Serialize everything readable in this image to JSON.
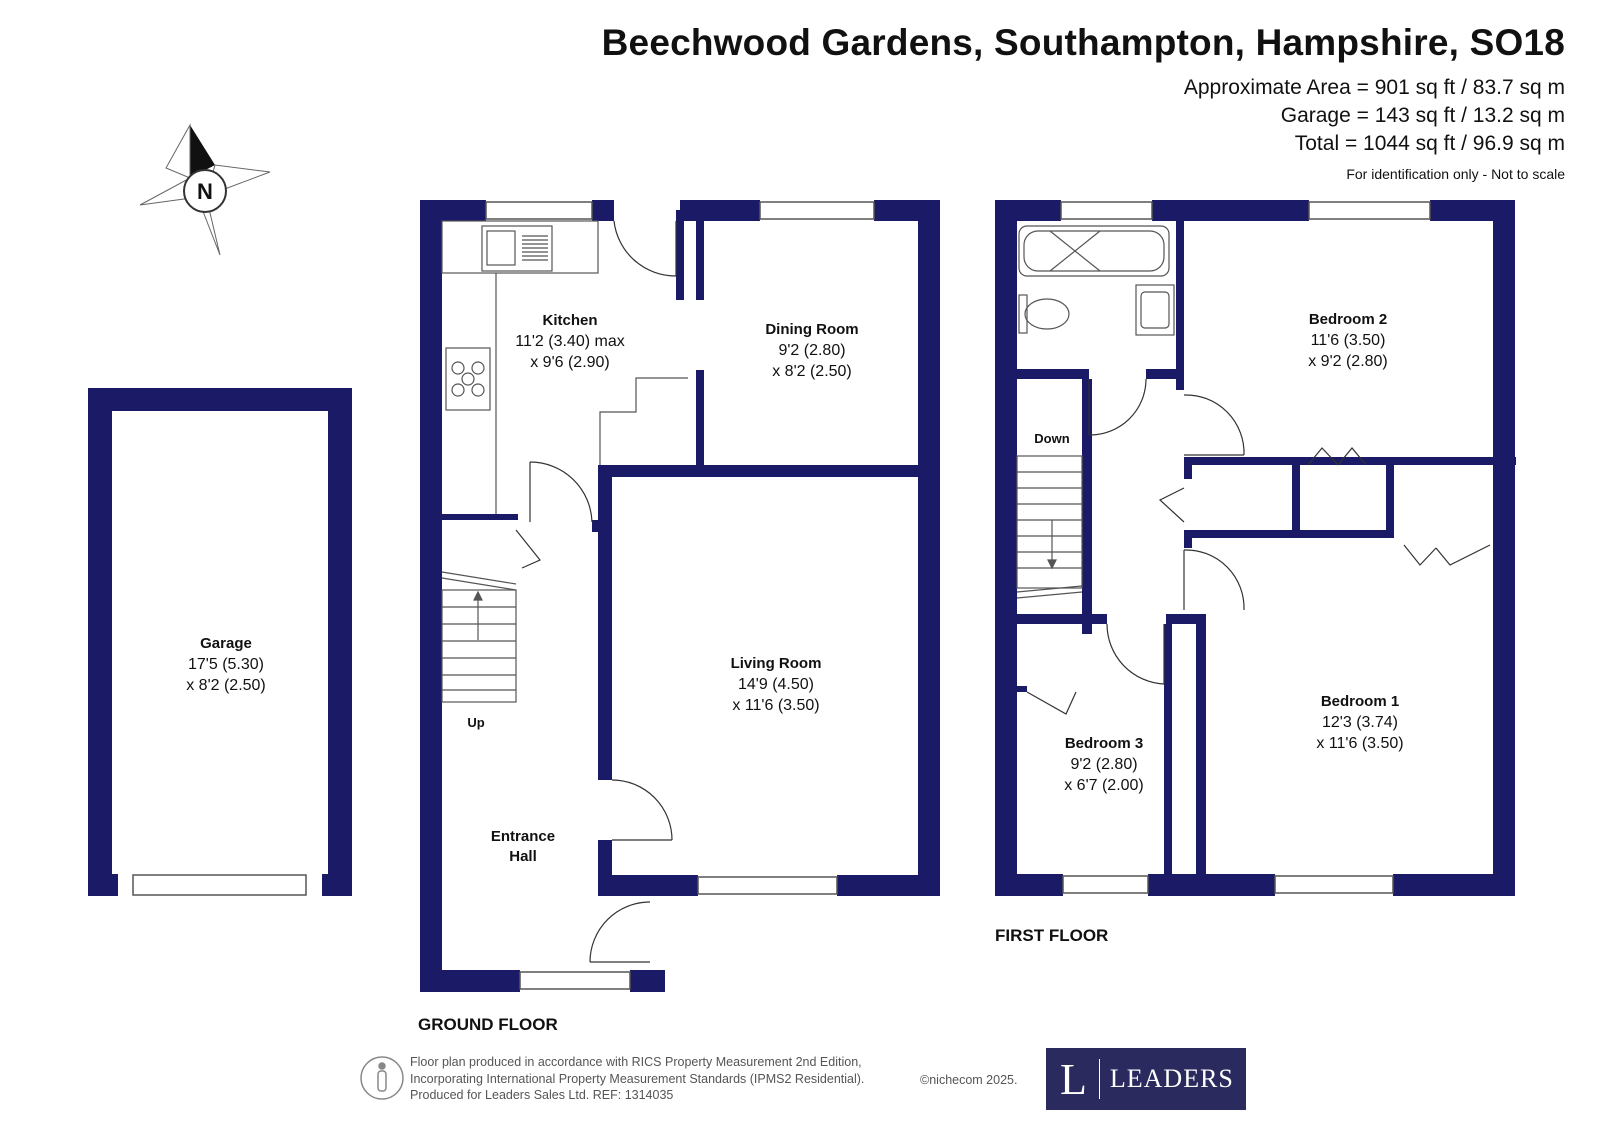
{
  "header": {
    "title": "Beechwood Gardens, Southampton, Hampshire, SO18",
    "area_lines": [
      "Approximate Area = 901 sq ft / 83.7 sq m",
      "Garage = 143 sq ft / 13.2 sq m",
      "Total = 1044 sq ft / 96.9 sq m"
    ],
    "note": "For identification only - Not to scale"
  },
  "compass": {
    "label": "N"
  },
  "colors": {
    "wall": "#1a1a66",
    "fixture": "#555555",
    "logo_bg": "#2a2a5e"
  },
  "rooms": {
    "garage": {
      "name": "Garage",
      "dim1": "17'5 (5.30)",
      "dim2": "x 8'2 (2.50)"
    },
    "kitchen": {
      "name": "Kitchen",
      "dim1": "11'2 (3.40) max",
      "dim2": "x 9'6 (2.90)"
    },
    "dining": {
      "name": "Dining Room",
      "dim1": "9'2 (2.80)",
      "dim2": "x 8'2 (2.50)"
    },
    "living": {
      "name": "Living Room",
      "dim1": "14'9 (4.50)",
      "dim2": "x 11'6 (3.50)"
    },
    "hall": {
      "name1": "Entrance",
      "name2": "Hall"
    },
    "bedroom2": {
      "name": "Bedroom 2",
      "dim1": "11'6 (3.50)",
      "dim2": "x 9'2 (2.80)"
    },
    "bedroom1": {
      "name": "Bedroom 1",
      "dim1": "12'3 (3.74)",
      "dim2": "x 11'6 (3.50)"
    },
    "bedroom3": {
      "name": "Bedroom 3",
      "dim1": "9'2 (2.80)",
      "dim2": "x 6'7 (2.00)"
    }
  },
  "stairs": {
    "up": "Up",
    "down": "Down"
  },
  "floors": {
    "ground": "GROUND FLOOR",
    "first": "FIRST FLOOR"
  },
  "footer": {
    "lines": [
      "Floor plan produced in accordance with RICS Property Measurement 2nd Edition,",
      "Incorporating International Property Measurement Standards (IPMS2 Residential).",
      "Produced for Leaders Sales Ltd.   REF:  1314035"
    ],
    "copyright": "©nichecom 2025.",
    "logo_letter": "L",
    "logo_name": "LEADERS"
  }
}
